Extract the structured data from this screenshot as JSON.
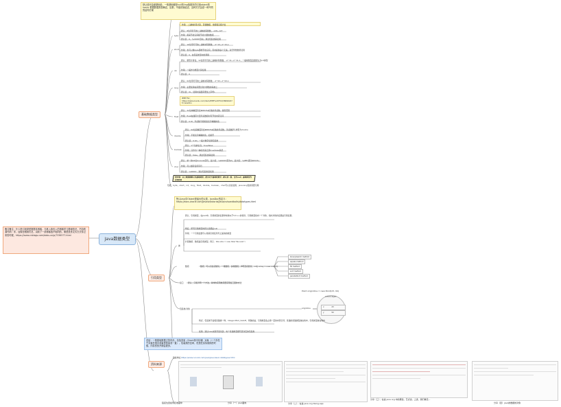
{
  "center": "Java数据类型",
  "left_note": "备注备注：什么是引用类型数据本博客，与其入我也入的博客学习基础知识，不如看源代码！学，加像在眼我们总，讲到了一篇博客值不相同的，哪里是多文件方式传过来的时候，https://www.cnblogs.com/dabu-xx/p/7336577.html",
  "branches": {
    "basic": "基础数据类型",
    "reference": "引用类型",
    "resources": "资料来源"
  },
  "basic_top_note": "默认值可会被基础处，一般基础都是null的ling值基本的引用object的hashc 根据数据类型确定。区委，不能初赋给这，这种方式会是一种不同的结构方案",
  "basic_types": [
    {
      "label": "byte",
      "notes": [
        "作用：二进制补码计算，存储数据，金额和高频大位",
        "默认：8位带符号的二进制补码整数，-128~127",
        "作用：用来节省空间和节省大量的数组",
        "默认值：0，'\\u0000'自动，通过包装类来使用"
      ]
    },
    {
      "label": "short",
      "notes": [
        "默认：16位带符号的二进制补码整数，-2^15~2^15-1",
        "作用：也可以像byte那样节省空间，同时提供多个元素，对于整数数组使用",
        "默认值：0，在包装类型时的调用"
      ]
    },
    {
      "label": "int",
      "notes": [
        "默认：整形计算位，32位带符号的二进制补码整数，-2^31~2^31-1，一般地整型变量默认为int类型",
        "作用：一般作为整型计算使用",
        "默认值：0"
      ]
    },
    {
      "label": "long",
      "notes": [
        "默认：64位带符号的二进制补码整数，-2^63~2^63-1",
        "作用：主要使用在需要比较大整数的系统上",
        "默认值：0L，使用时后面需要加上字母L"
      ]
    },
    {
      "label": "float",
      "notes": [
        "默认：32位单精度符合IEEE754标准的浮点数，储存范围",
        "作用：float在储存大型浮点数组时可节省内存空间",
        "默认值：0.0f，浮点数不能用来表示精确的值"
      ]
    },
    {
      "label": "double",
      "notes": [
        "默认：64位双精度符合IEEE754标准的浮点数，浮点数默认类型为double",
        "作用：不能表示精确的值，如货币",
        "默认值：0.0d，一般大数字使用包装类"
      ]
    },
    {
      "label": "boolean",
      "notes": [
        "默认：1个位的信息，true/false",
        "作用：只作为一种标志来记录true/false情况",
        "默认值：false，通过包装类来使用"
      ]
    },
    {
      "label": "char",
      "notes": [
        "默认：单一的16位Unicode字符，最小值：'\\u0000'(即为0)，最大值：'\\uffff'(即为65535)",
        "作用：可以储存任何字符",
        "默认值：'\\u0000'，通过包装类来使用"
      ]
    }
  ],
  "basic_link": "IEEE754：https://baike.baidu.com/item/IEEE%20754/3869922?fr=aladdin",
  "basic_warn": "数字等：以上数据都默认为基础类型，提示对于基础的要求，默认值一般，也为null，基础类型为引用的值",
  "basic_bottom_note": "包括：byte，short，int，long，float，double，boolean，char可以直接使用，java.lang包的需要引用",
  "ref_note": "所以Java中Object是最大的父类，JavaDoc的定义：https://docs.oracle.com/javase/tutorial/java/nutsandbolts/datatypes.html",
  "ref_children": {
    "class": "类",
    "array": "数组",
    "interface": "接口",
    "wrapper": "包装类/对象"
  },
  "ref_notes": [
    "默认：引用类型，在Java中，引用类型的变量非常类似于C/C++的指针。引用类型指向一个对象，指向对象的变量是引用变量。",
    "特征：所有引用类型的默认值都是null",
    "作用：一个引用变量可以用来引用任何与之兼容的类型",
    "扩展数组：数组是引用类型。例子：Site site = new Site(\"Runoob\")",
    "数组：可以直接初始化，一维数组、多维数组；声明及初始化：int[] array = new int[10];"
  ],
  "methods": [
    "binarySearch method",
    "equals method",
    "fill method",
    "sort method",
    "parallelSort method"
  ],
  "interface_note": "默认：只能声明一个方法，具体的实现类需要实现接口里的方法",
  "circle_title": "Point originOne = new Point(23, 94)",
  "circle_labels": {
    "obj": "A Point object",
    "ref": "originOne",
    "x": "x",
    "y": "y",
    "vx": "23",
    "vy": "94"
  },
  "wrapper_note": "特点：包装类不会和基础类一样，Integer.MAX_VALUE，特殊的是，引用类型会占用一定的内存空间，基础的基础类型放在栈中，引用类型放在堆中",
  "wrapper_note2": "使用：通过new关键字来创建，每个基础类型都有其对应的包装类",
  "ref_bottom_note": "总结：一般基础数据占的内存，包括变量（Stack栈中存储）对象（一个存在于对象在堆中或者是常量池一直），包装类的空间，但是在实际使用的时候，内存的的开销会更多。",
  "resources": {
    "url_label": "链接地址：",
    "url": "https://www.runoob.com/java/java-basic-datatypes.html",
    "cap1": "链接位置如何已收藏中",
    "cap2": "分享（一）java面向",
    "cap3": "分享（二）：在进 java org bleng.app",
    "cap4": "分享（三）：在进 java org 中的属性，已点击，上述，我们看见...",
    "cap5": "分享（四）java的数据的对象"
  },
  "colors": {
    "accent": "#f0a77c",
    "line": "#8a8a8a",
    "center_bg": "#d8e8f8",
    "yellow": "#fffbd1",
    "blue": "#dbe9fb"
  }
}
